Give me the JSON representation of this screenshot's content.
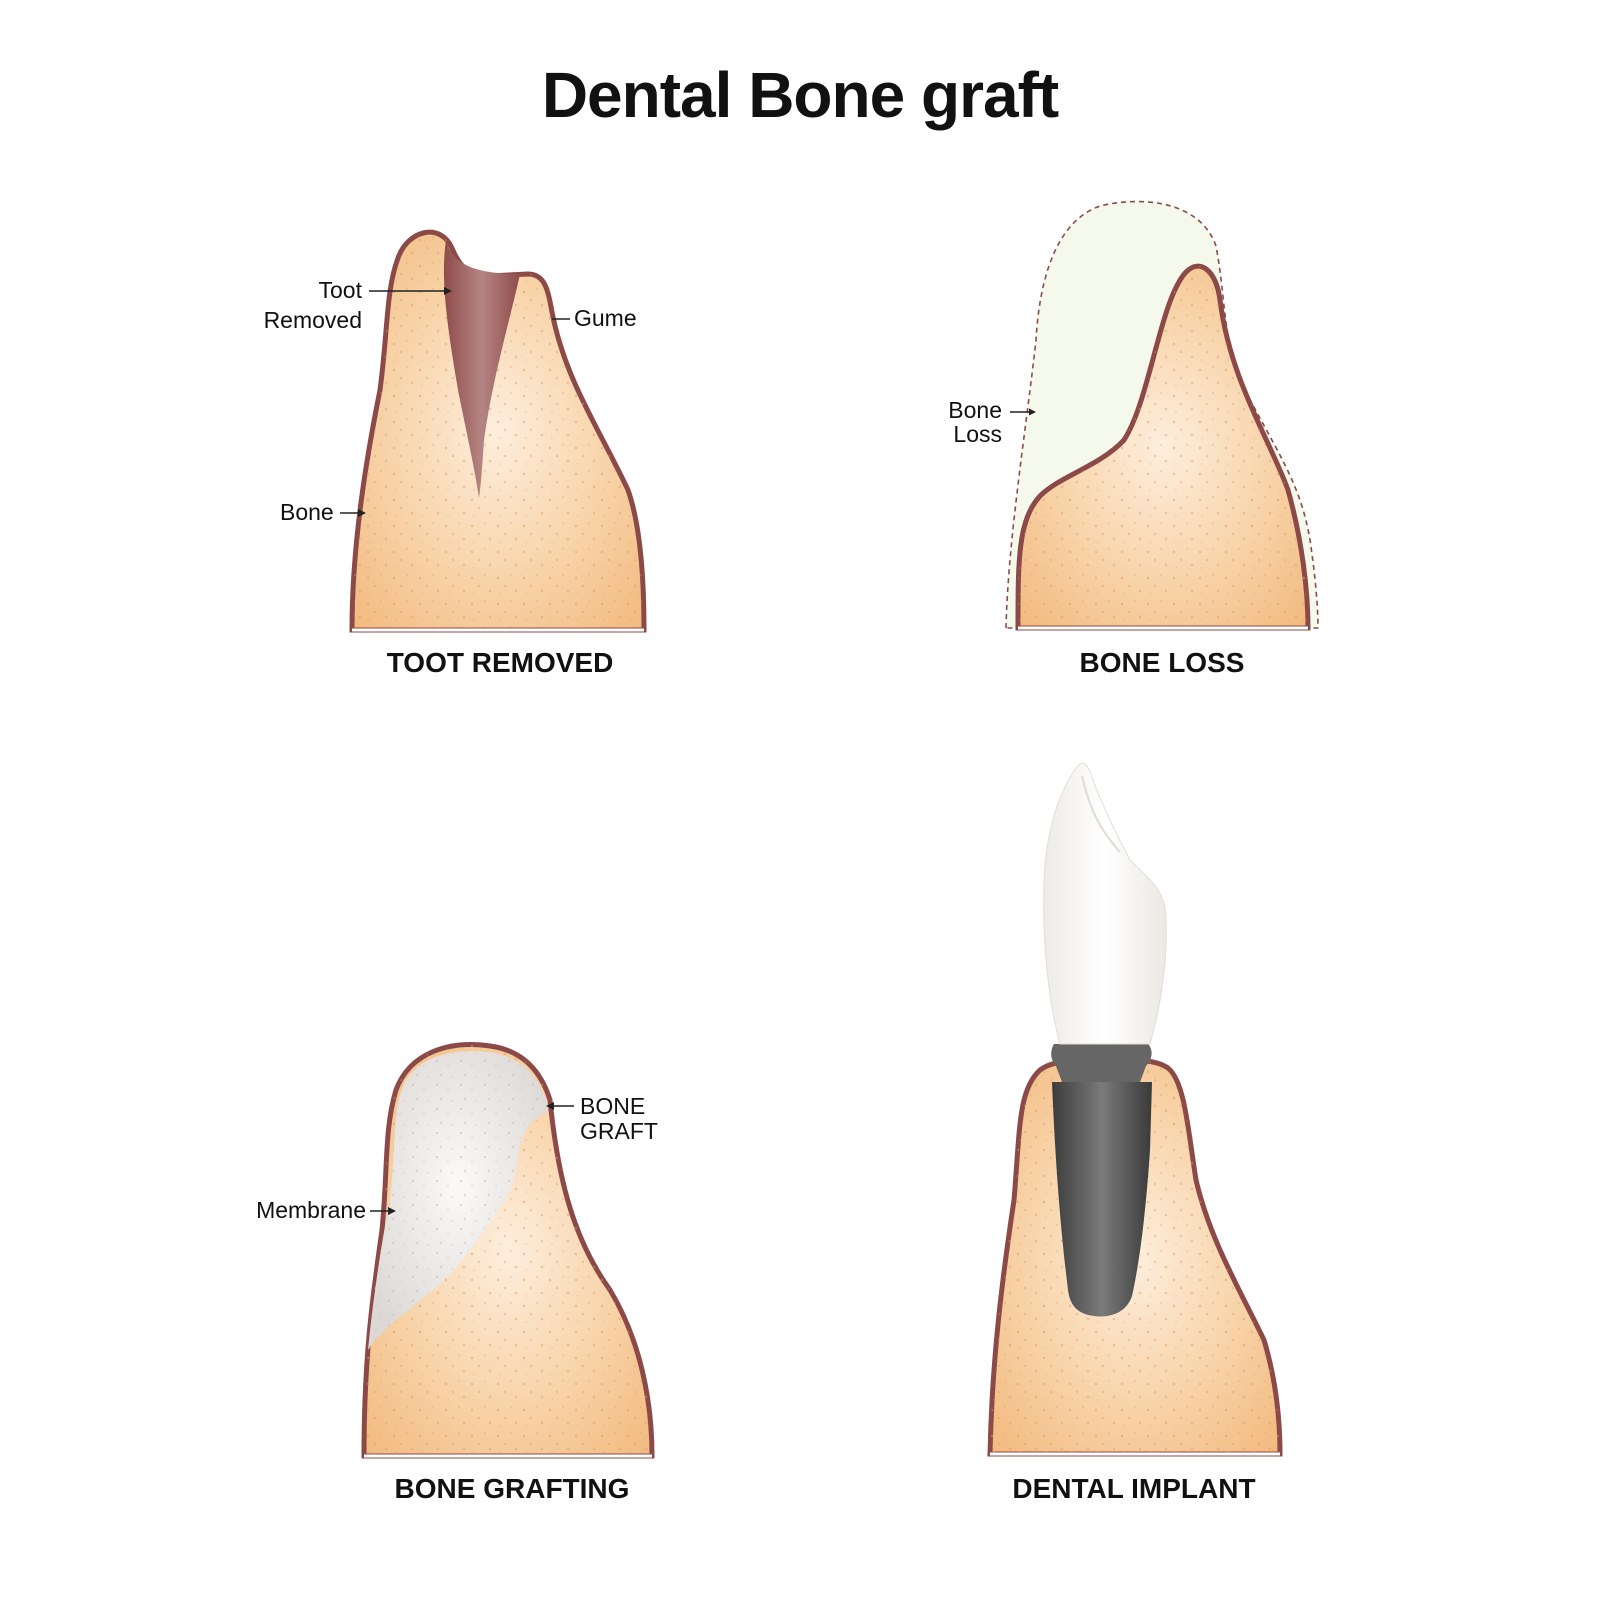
{
  "title": "Dental Bone graft",
  "panels": [
    {
      "caption": "TOOT REMOVED",
      "labels": {
        "tooth_removed_line1": "Toot",
        "tooth_removed_line2": "Removed",
        "gum": "Gume",
        "bone": "Bone"
      }
    },
    {
      "caption": "BONE LOSS",
      "labels": {
        "bone_loss_line1": "Bone",
        "bone_loss_line2": "Loss"
      }
    },
    {
      "caption": "BONE GRAFTING",
      "labels": {
        "bone_graft_line1": "BONE",
        "bone_graft_line2": "GRAFT",
        "membrane": "Membrane"
      }
    },
    {
      "caption": "DENTAL IMPLANT",
      "labels": {}
    }
  ],
  "colors": {
    "bone": "#f5c48f",
    "bone_light": "#fbe9d2",
    "gum_outline": "#8b4a48",
    "socket": "#9a5653",
    "bone_loss_area": "#f4f9ec",
    "membrane": "#e9e6e4",
    "implant": "#4a4a4a",
    "crown": "#f7f5f2"
  }
}
